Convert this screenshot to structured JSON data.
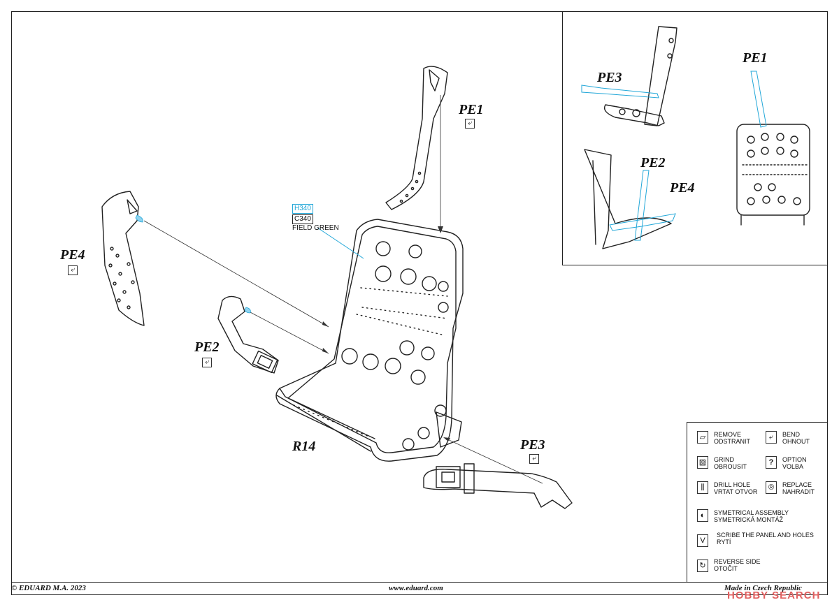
{
  "paint": {
    "humbrol": "H340",
    "color_code": "C340",
    "color_name": "FIELD GREEN"
  },
  "labels": {
    "pe1": "PE1",
    "pe2": "PE2",
    "pe3": "PE3",
    "pe4": "PE4",
    "r14": "R14",
    "inset_pe1": "PE1",
    "inset_pe2": "PE2",
    "inset_pe3": "PE3",
    "inset_pe4": "PE4"
  },
  "bend_symbol": "⤶",
  "legend": {
    "remove": [
      "REMOVE",
      "ODSTRANIT"
    ],
    "bend": [
      "BEND",
      "OHNOUT"
    ],
    "grind": [
      "GRIND",
      "OBROUSIT"
    ],
    "option": [
      "OPTION",
      "VOLBA"
    ],
    "drill": [
      "DRILL HOLE",
      "VRTAT OTVOR"
    ],
    "replace": [
      "REPLACE",
      "NAHRADIT"
    ],
    "symmetrical": [
      "SYMETRICAL ASSEMBLY",
      "SYMETRICKÁ MONTÁŽ"
    ],
    "scribe": [
      "SCRIBE THE PANEL AND HOLES",
      "RYTÍ"
    ],
    "reverse": [
      "REVERSE SIDE",
      "OTOČIT"
    ]
  },
  "footer": {
    "copyright": "© EDUARD  M.A. 2023",
    "website": "www.eduard.com",
    "origin": "Made in Czech Republic"
  },
  "watermark": "HOBBY SEARCH",
  "colors": {
    "line": "#222222",
    "accent_blue": "#22a7d8",
    "watermark": "#e06060"
  }
}
